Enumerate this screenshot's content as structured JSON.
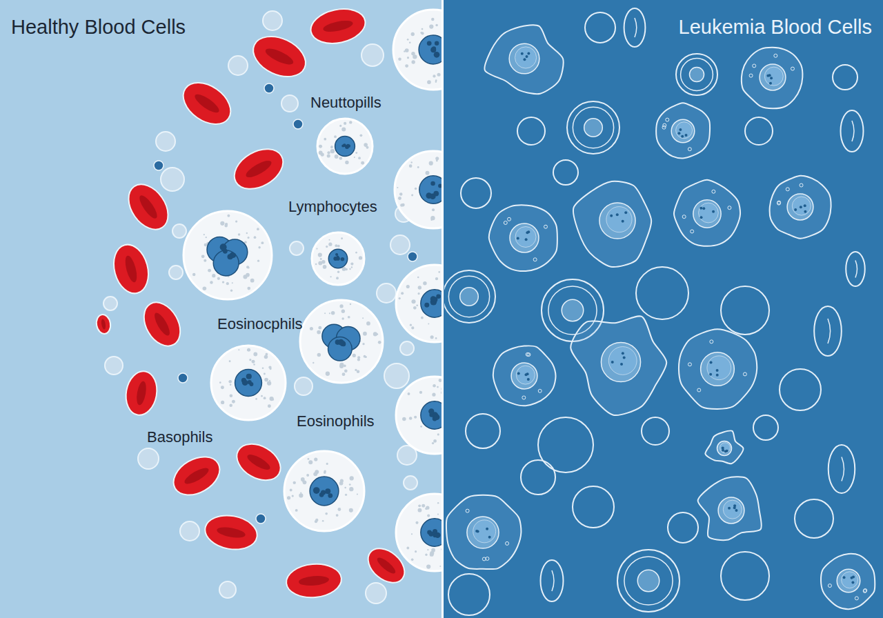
{
  "diagram": {
    "nodes": [
      {
        "text": [
          "Healthy Blood Cells"
        ]
      },
      {
        "text": [
          "Leukemia Blood Cells"
        ]
      }
    ],
    "labels": [
      "Neuttopills",
      "Lymphocytes",
      "Eosinocphils",
      "Eosinophils",
      "Basophils"
    ]
  }
}
